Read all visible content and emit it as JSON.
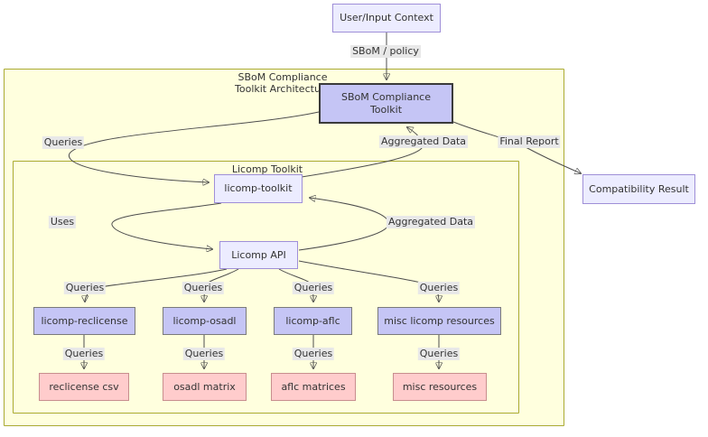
{
  "diagram": {
    "clusters": {
      "outer": {
        "label": "SBoM Compliance\nToolkit Architecture"
      },
      "inner": {
        "label": "Licomp Toolkit"
      }
    },
    "nodes": {
      "user_input": {
        "label": "User/Input Context"
      },
      "sbom_toolkit": {
        "label": "SBoM Compliance\nToolkit"
      },
      "compatibility_result": {
        "label": "Compatibility Result"
      },
      "licomp_toolkit": {
        "label": "licomp-toolkit"
      },
      "licomp_api": {
        "label": "Licomp API"
      },
      "licomp_reclicense": {
        "label": "licomp-reclicense"
      },
      "licomp_osadl": {
        "label": "licomp-osadl"
      },
      "licomp_aflc": {
        "label": "licomp-aflc"
      },
      "misc_licomp_resources": {
        "label": "misc licomp resources"
      },
      "reclicense_csv": {
        "label": "reclicense csv"
      },
      "osadl_matrix": {
        "label": "osadl matrix"
      },
      "aflc_matrices": {
        "label": "aflc matrices"
      },
      "misc_resources": {
        "label": "misc resources"
      }
    },
    "edge_labels": {
      "sbom_policy": "SBoM / policy",
      "sbom_queries": "Queries",
      "sbom_aggregated": "Aggregated Data",
      "sbom_final_report": "Final Report",
      "toolkit_uses": "Uses",
      "api_aggregated": "Aggregated Data",
      "api_q1": "Queries",
      "api_q2": "Queries",
      "api_q3": "Queries",
      "api_q4": "Queries",
      "src_q1": "Queries",
      "src_q2": "Queries",
      "src_q3": "Queries",
      "src_q4": "Queries"
    },
    "colors": {
      "cluster_fill": "#ffffde",
      "cluster_border": "#aaaa33",
      "node_fill": "#ececff",
      "node_border": "#9f8fd8",
      "component_fill": "#c5c5f5",
      "component_border": "#7a7a7a",
      "toolkit_border": "#3a3a3a",
      "resource_fill": "#ffcccc",
      "resource_border": "#c88e8e",
      "edge": "#4d4d4d",
      "edge_label_bg": "#e8e8e8",
      "text": "#333333"
    }
  }
}
